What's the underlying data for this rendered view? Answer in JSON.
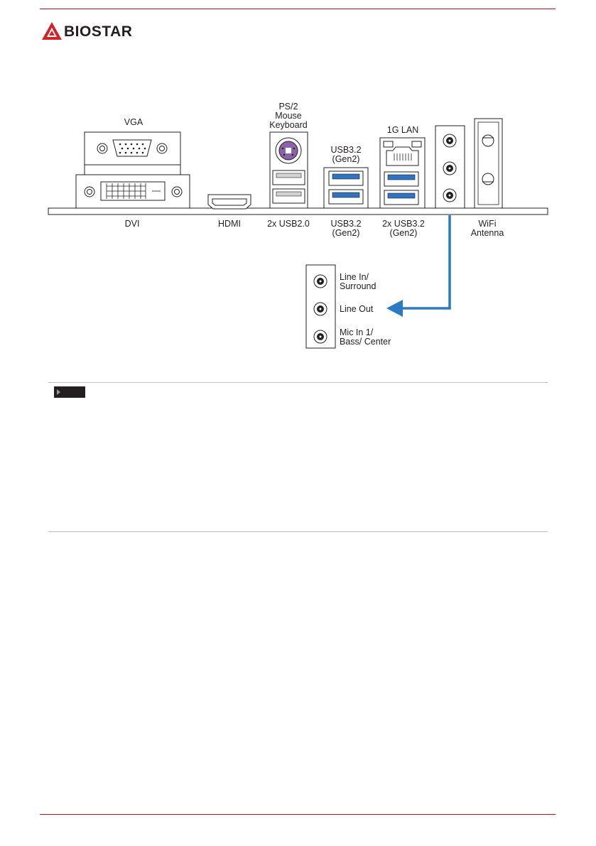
{
  "header": {
    "brand": "BIOSTAR"
  },
  "panel_labels": {
    "vga": "VGA",
    "ps2": [
      "PS/2",
      "Mouse",
      "Keyboard"
    ],
    "usb32_top": [
      "USB3.2",
      "(Gen2)"
    ],
    "lan": "1G LAN",
    "dvi": "DVI",
    "hdmi": "HDMI",
    "usb20": "2x USB2.0",
    "usb32_bottom": [
      "USB3.2",
      "(Gen2)"
    ],
    "usb32_2x": [
      "2x USB3.2",
      "(Gen2)"
    ],
    "wifi": [
      "WiFi",
      "Antenna"
    ]
  },
  "audio_labels": {
    "line_in": [
      "Line In/",
      "Surround"
    ],
    "line_out": "Line Out",
    "mic_in": [
      "Mic In 1/",
      "Bass/ Center"
    ]
  },
  "colors": {
    "brand_red": "#d2232a",
    "rule_red": "#b5121b",
    "usb3_blue": "#2f74c0",
    "arrow_blue": "#2b7bc4",
    "ps2_purple": "#8a63a8"
  },
  "note": {
    "icon": "note-tag-icon"
  }
}
